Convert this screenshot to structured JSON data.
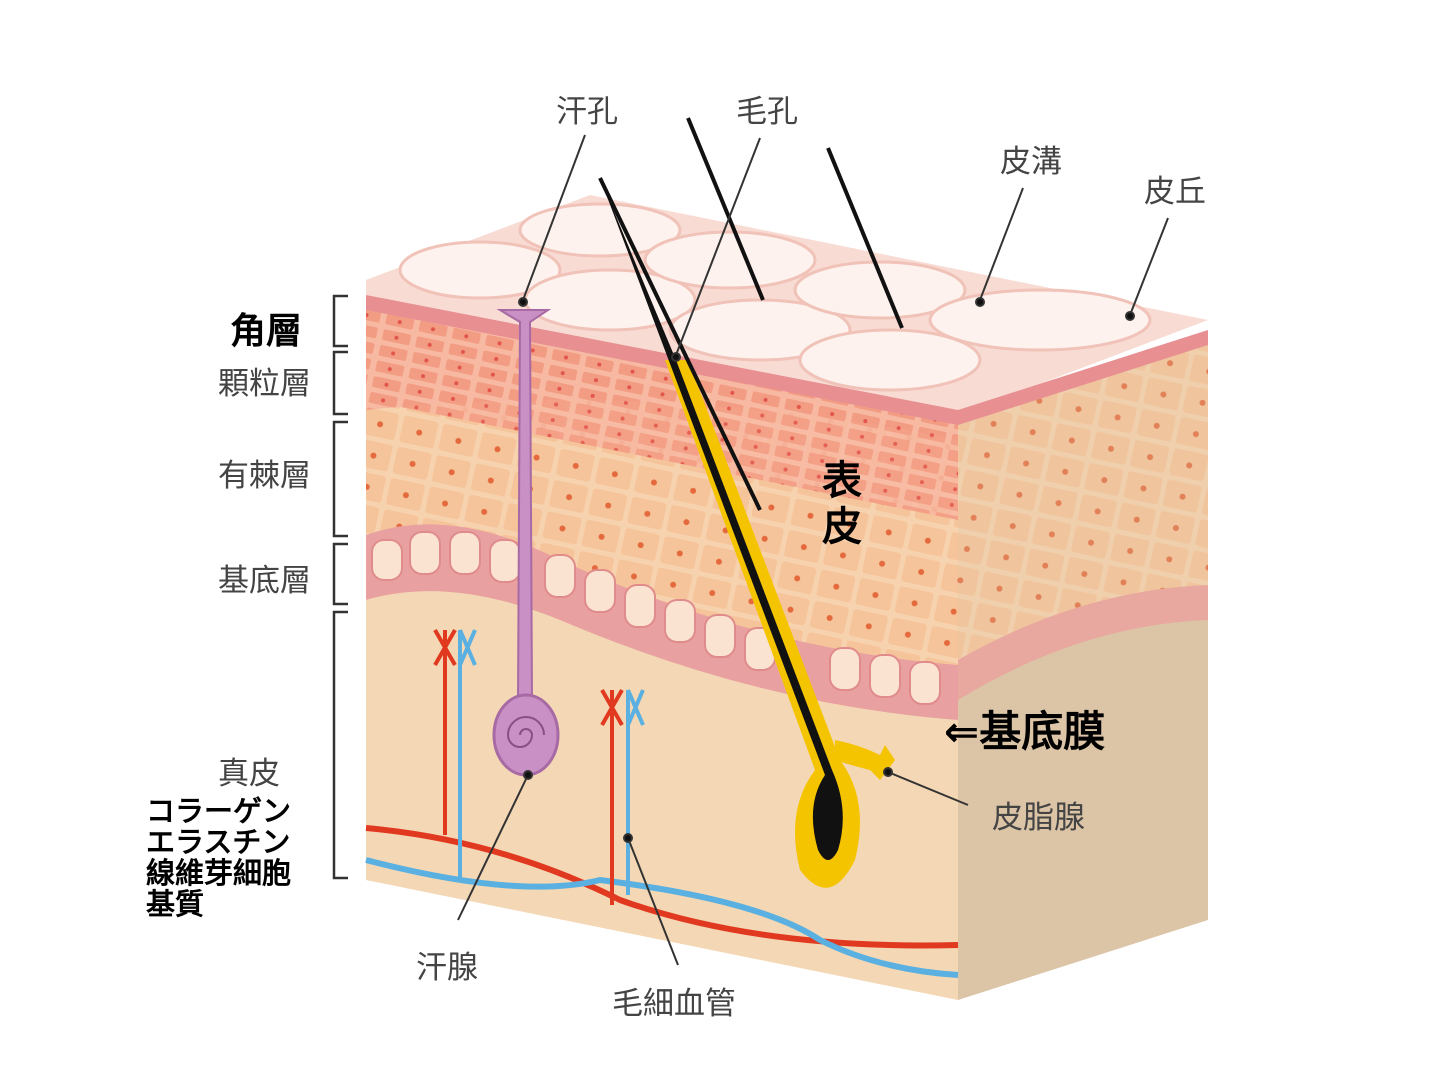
{
  "title": "皮膚の構造",
  "labels": {
    "sweat_pore": "汗孔",
    "hair_pore": "毛孔",
    "skin_groove": "皮溝",
    "skin_ridge": "皮丘",
    "stratum_corneum": "角層",
    "stratum_granulosum": "顆粒層",
    "stratum_spinosum": "有棘層",
    "stratum_basale": "基底層",
    "dermis": "真皮",
    "epidermis": "表皮",
    "basement_membrane": "⇐基底膜",
    "sebaceous_gland": "皮脂腺",
    "sweat_gland": "汗腺",
    "capillaries": "毛細血管"
  },
  "dermis_components": [
    "コラーゲン",
    "エラスチン",
    "線維芽細胞",
    "基質"
  ],
  "colors": {
    "surface": "#f8dcd4",
    "granular": "#f4a88a",
    "spinous": "#f6c9a0",
    "dermis": "#f4d7b4",
    "side": "#dcc4a6",
    "hair": "#f5c400",
    "sweat_gland": "#c890c4",
    "artery": "#e0391f",
    "vein": "#5ab0e0"
  }
}
